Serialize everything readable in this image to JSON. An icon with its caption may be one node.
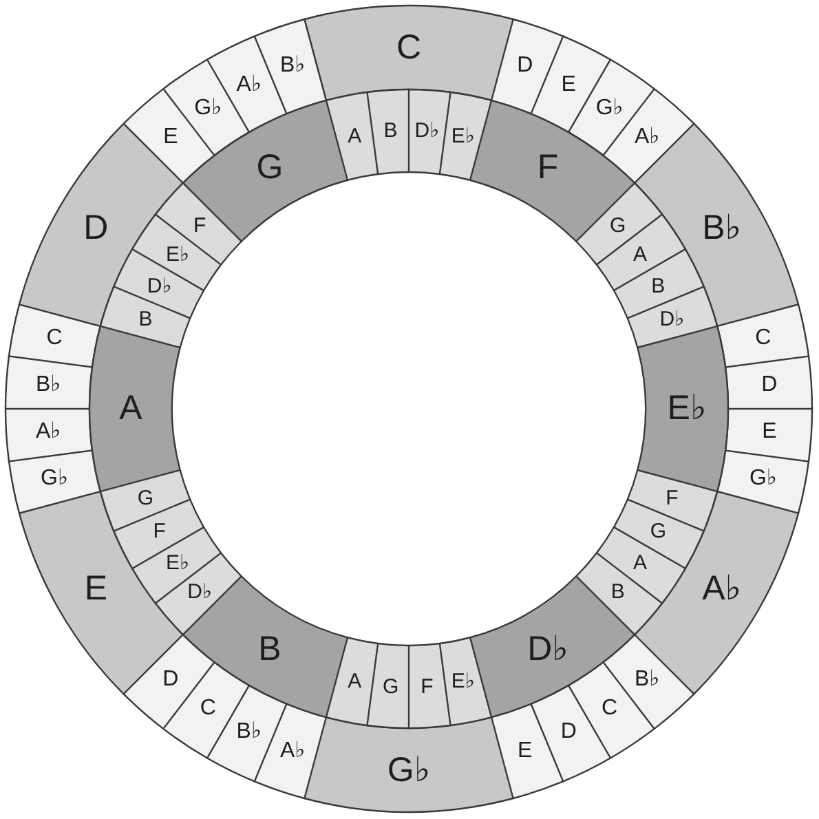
{
  "diagram": {
    "nodes": [
      {
        "text": [
          "C"
        ]
      },
      {
        "text": [
          "D"
        ]
      },
      {
        "text": [
          "E"
        ]
      },
      {
        "text": [
          "G♭"
        ]
      },
      {
        "text": [
          "A♭"
        ]
      },
      {
        "text": [
          "B♭"
        ]
      },
      {
        "text": [
          "C"
        ]
      },
      {
        "text": [
          "D"
        ]
      },
      {
        "text": [
          "E"
        ]
      },
      {
        "text": [
          "G♭"
        ]
      },
      {
        "text": [
          "A♭"
        ]
      },
      {
        "text": [
          "B♭"
        ]
      },
      {
        "text": [
          "C"
        ]
      },
      {
        "text": [
          "D"
        ]
      },
      {
        "text": [
          "E"
        ]
      },
      {
        "text": [
          "G♭"
        ]
      },
      {
        "text": [
          "A♭"
        ]
      },
      {
        "text": [
          "B♭"
        ]
      },
      {
        "text": [
          "C"
        ]
      },
      {
        "text": [
          "D"
        ]
      },
      {
        "text": [
          "E"
        ]
      },
      {
        "text": [
          "G♭"
        ]
      },
      {
        "text": [
          "A♭"
        ]
      },
      {
        "text": [
          "B♭"
        ]
      },
      {
        "text": [
          "C"
        ]
      },
      {
        "text": [
          "D"
        ]
      },
      {
        "text": [
          "E"
        ]
      },
      {
        "text": [
          "G♭"
        ]
      },
      {
        "text": [
          "A♭"
        ]
      },
      {
        "text": [
          "B♭"
        ]
      },
      {
        "text": [
          "G"
        ]
      },
      {
        "text": [
          "A"
        ]
      },
      {
        "text": [
          "B"
        ]
      },
      {
        "text": [
          "D♭"
        ]
      },
      {
        "text": [
          "E♭"
        ]
      },
      {
        "text": [
          "F"
        ]
      },
      {
        "text": [
          "G"
        ]
      },
      {
        "text": [
          "A"
        ]
      },
      {
        "text": [
          "B"
        ]
      },
      {
        "text": [
          "D♭"
        ]
      },
      {
        "text": [
          "E♭"
        ]
      },
      {
        "text": [
          "F"
        ]
      },
      {
        "text": [
          "G"
        ]
      },
      {
        "text": [
          "A"
        ]
      },
      {
        "text": [
          "B"
        ]
      },
      {
        "text": [
          "D♭"
        ]
      },
      {
        "text": [
          "E♭"
        ]
      },
      {
        "text": [
          "F"
        ]
      },
      {
        "text": [
          "G"
        ]
      },
      {
        "text": [
          "A"
        ]
      },
      {
        "text": [
          "B"
        ]
      },
      {
        "text": [
          "D♭"
        ]
      },
      {
        "text": [
          "E♭"
        ]
      },
      {
        "text": [
          "F"
        ]
      },
      {
        "text": [
          "G"
        ]
      },
      {
        "text": [
          "A"
        ]
      },
      {
        "text": [
          "B"
        ]
      },
      {
        "text": [
          "D♭"
        ]
      },
      {
        "text": [
          "E♭"
        ]
      },
      {
        "text": [
          "F"
        ]
      }
    ]
  }
}
